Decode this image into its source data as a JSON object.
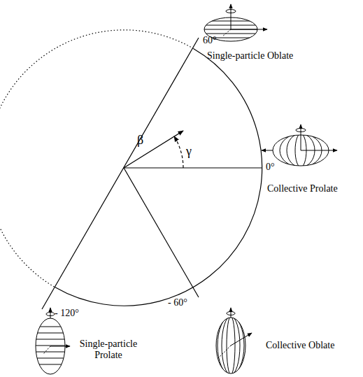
{
  "diagram": {
    "labels": [
      "60°",
      "Single-particle Oblate",
      "β",
      "γ",
      "0°",
      "Collective Prolate",
      "- 60°",
      "- 120°",
      "Single-particle Prolate",
      "Collective Oblate"
    ]
  }
}
